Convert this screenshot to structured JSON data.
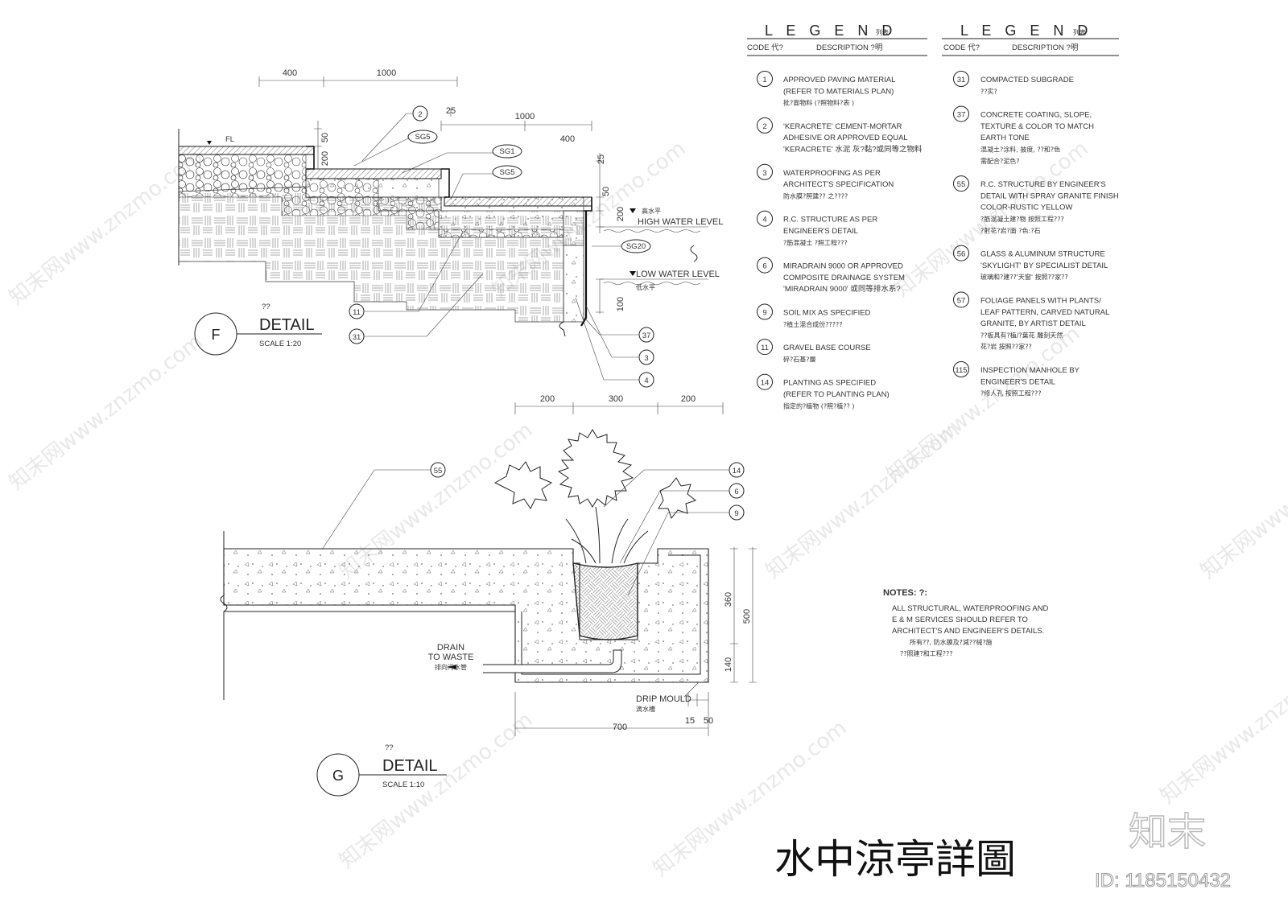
{
  "legend": {
    "title": "L E G E N D",
    "title_cn": "列表",
    "code_header": "CODE 代?",
    "desc_header": "DESCRIPTION ?明",
    "left_items": [
      {
        "code": "1",
        "lines": [
          "APPROVED PAVING MATERIAL",
          "(REFER TO MATERIALS PLAN)",
          "批?面物料        (?照物料?表      )"
        ]
      },
      {
        "code": "2",
        "lines": [
          "'KERACRETE' CEMENT-MORTAR",
          "ADHESIVE OR APPROVED EQUAL",
          "'KERACRETE' 水泥  灰?黏?或同等之物料"
        ]
      },
      {
        "code": "3",
        "lines": [
          "WATERPROOFING AS PER",
          "ARCHITECT'S SPECIFICATION",
          "防水膜?照建??        之????"
        ]
      },
      {
        "code": "4",
        "lines": [
          "R.C. STRUCTURE AS PER",
          "ENGINEER'S DETAIL",
          "?筋混凝土          ?照工程???"
        ]
      },
      {
        "code": "6",
        "lines": [
          "MIRADRAIN 9000 OR APPROVED",
          "COMPOSITE DRAINAGE SYSTEM",
          "'MIRADRAIN 9000' 或同等排水系?"
        ]
      },
      {
        "code": "9",
        "lines": [
          "SOIL MIX AS SPECIFIED",
          "?植土混合成份?????"
        ]
      },
      {
        "code": "11",
        "lines": [
          "GRAVEL BASE COURSE",
          "碎?石基?層"
        ]
      },
      {
        "code": "14",
        "lines": [
          "PLANTING AS SPECIFIED",
          "(REFER TO PLANTING PLAN)",
          "指定的?植物       (?照?植??       )"
        ]
      }
    ],
    "right_items": [
      {
        "code": "31",
        "lines": [
          "COMPACTED SUBGRADE",
          "??实?"
        ]
      },
      {
        "code": "37",
        "lines": [
          "CONCRETE COATING, SLOPE,",
          "TEXTURE & COLOR TO MATCH",
          "EARTH TONE",
          "混凝土?涂料, 披度, ??和?色",
          "需配合?泥色?"
        ]
      },
      {
        "code": "55",
        "lines": [
          "R.C. STRUCTURE BY ENGINEER'S",
          "DETAIL WITH SPRAY GRANITE FINISH",
          "COLOR-RUSTIC YELLOW",
          "?筋混凝土建?物  按照工程???",
          "?射花?岩?面  ?色:?石"
        ]
      },
      {
        "code": "56",
        "lines": [
          "GLASS & ALUMINUM STRUCTURE",
          "'SKYLIGHT' BY SPECIALIST DETAIL",
          "玻璃和?建??'天窗'  按照??家??"
        ]
      },
      {
        "code": "57",
        "lines": [
          "FOLIAGE PANELS WITH PLANTS/",
          "LEAF PATTERN, CARVED NATURAL",
          "GRANITE, BY ARTIST DETAIL",
          "??板具有?植/?葉花   雕刻天然",
          "花?岩  按照??家??"
        ]
      },
      {
        "code": "115",
        "lines": [
          "INSPECTION MANHOLE BY",
          "ENGINEER'S DETAIL",
          "?修人孔  按照工程???"
        ]
      }
    ]
  },
  "notes": {
    "title": "NOTES: ?:",
    "lines": [
      "ALL STRUCTURAL, WATERPROOFING AND",
      "E & M SERVICES SHOULD REFER TO",
      "ARCHITECT'S AND ENGINEER'S DETAILS."
    ],
    "cn_lines": [
      "所有??, 防水膜及?減??械?施",
      "??照建?和工程???"
    ]
  },
  "detail_f": {
    "letter": "F",
    "title_cn": "??",
    "title": "DETAIL",
    "scale": "SCALE   1:20",
    "dims": [
      "400",
      "1000",
      "25",
      "50",
      "200",
      "1000",
      "400",
      "25",
      "50",
      "200",
      "100"
    ],
    "fl": "FL",
    "hwl": "HIGH WATER LEVEL",
    "hwl_cn": "高水平",
    "lwl": "LOW WATER LEVEL",
    "lwl_cn": "低水平",
    "tags": [
      "SG5",
      "SG1",
      "SG5",
      "SG20"
    ],
    "callouts": [
      "2",
      "11",
      "31",
      "37",
      "3",
      "4"
    ]
  },
  "detail_g": {
    "letter": "G",
    "title_cn": "??",
    "title": "DETAIL",
    "scale": "SCALE   1:10",
    "dims": [
      "200",
      "300",
      "200",
      "360",
      "500",
      "140",
      "700",
      "15",
      "50"
    ],
    "drain": [
      "DRAIN",
      "TO WASTE"
    ],
    "drain_cn": "排向污水管",
    "drip": "DRIP MOULD",
    "drip_cn": "滴水槽",
    "callouts": [
      "55",
      "14",
      "6",
      "9"
    ]
  },
  "page_title": "水中涼亭詳圖",
  "watermark": {
    "brand": "知末",
    "id": "ID: 1185150432",
    "text": "知末网www.znzmo.com"
  }
}
